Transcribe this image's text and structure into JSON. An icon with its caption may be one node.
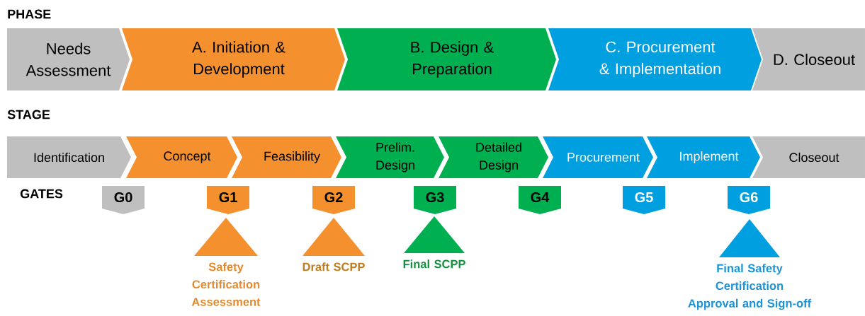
{
  "diagram": {
    "nodes": [
      {
        "text": [
          "Needs Assessment"
        ]
      },
      {
        "text": [
          "A. Initiation & Development"
        ]
      },
      {
        "text": [
          "B. Design & Preparation"
        ]
      },
      {
        "text": [
          "C. Procurement & Implementation"
        ]
      },
      {
        "text": [
          "D. Closeout"
        ]
      },
      {
        "text": [
          "Identification"
        ]
      },
      {
        "text": [
          "Concept"
        ]
      },
      {
        "text": [
          "Feasibility"
        ]
      },
      {
        "text": [
          "Prelim. Design"
        ]
      },
      {
        "text": [
          "Detailed Design"
        ]
      },
      {
        "text": [
          "Procurement"
        ]
      },
      {
        "text": [
          "Implement"
        ]
      },
      {
        "text": [
          "Closeout"
        ]
      },
      {
        "text": [
          "G0"
        ]
      },
      {
        "text": [
          "G1"
        ]
      },
      {
        "text": [
          "G2"
        ]
      },
      {
        "text": [
          "G3"
        ]
      },
      {
        "text": [
          "G4"
        ]
      },
      {
        "text": [
          "G5"
        ]
      },
      {
        "text": [
          "G6"
        ]
      },
      {
        "text": [],
        "shape": "triangle",
        "beside": [
          "Safety Certification Assessment"
        ]
      },
      {
        "text": [],
        "shape": "triangle",
        "beside": [
          "Draft SCPP"
        ]
      },
      {
        "text": [],
        "shape": "triangle",
        "beside": [
          "Final SCPP"
        ]
      },
      {
        "text": [],
        "shape": "triangle",
        "beside": [
          "Final Safety Certification Approval and Sign-off"
        ]
      }
    ],
    "labels": [
      "PHASE",
      "STAGE",
      "GATES"
    ]
  }
}
